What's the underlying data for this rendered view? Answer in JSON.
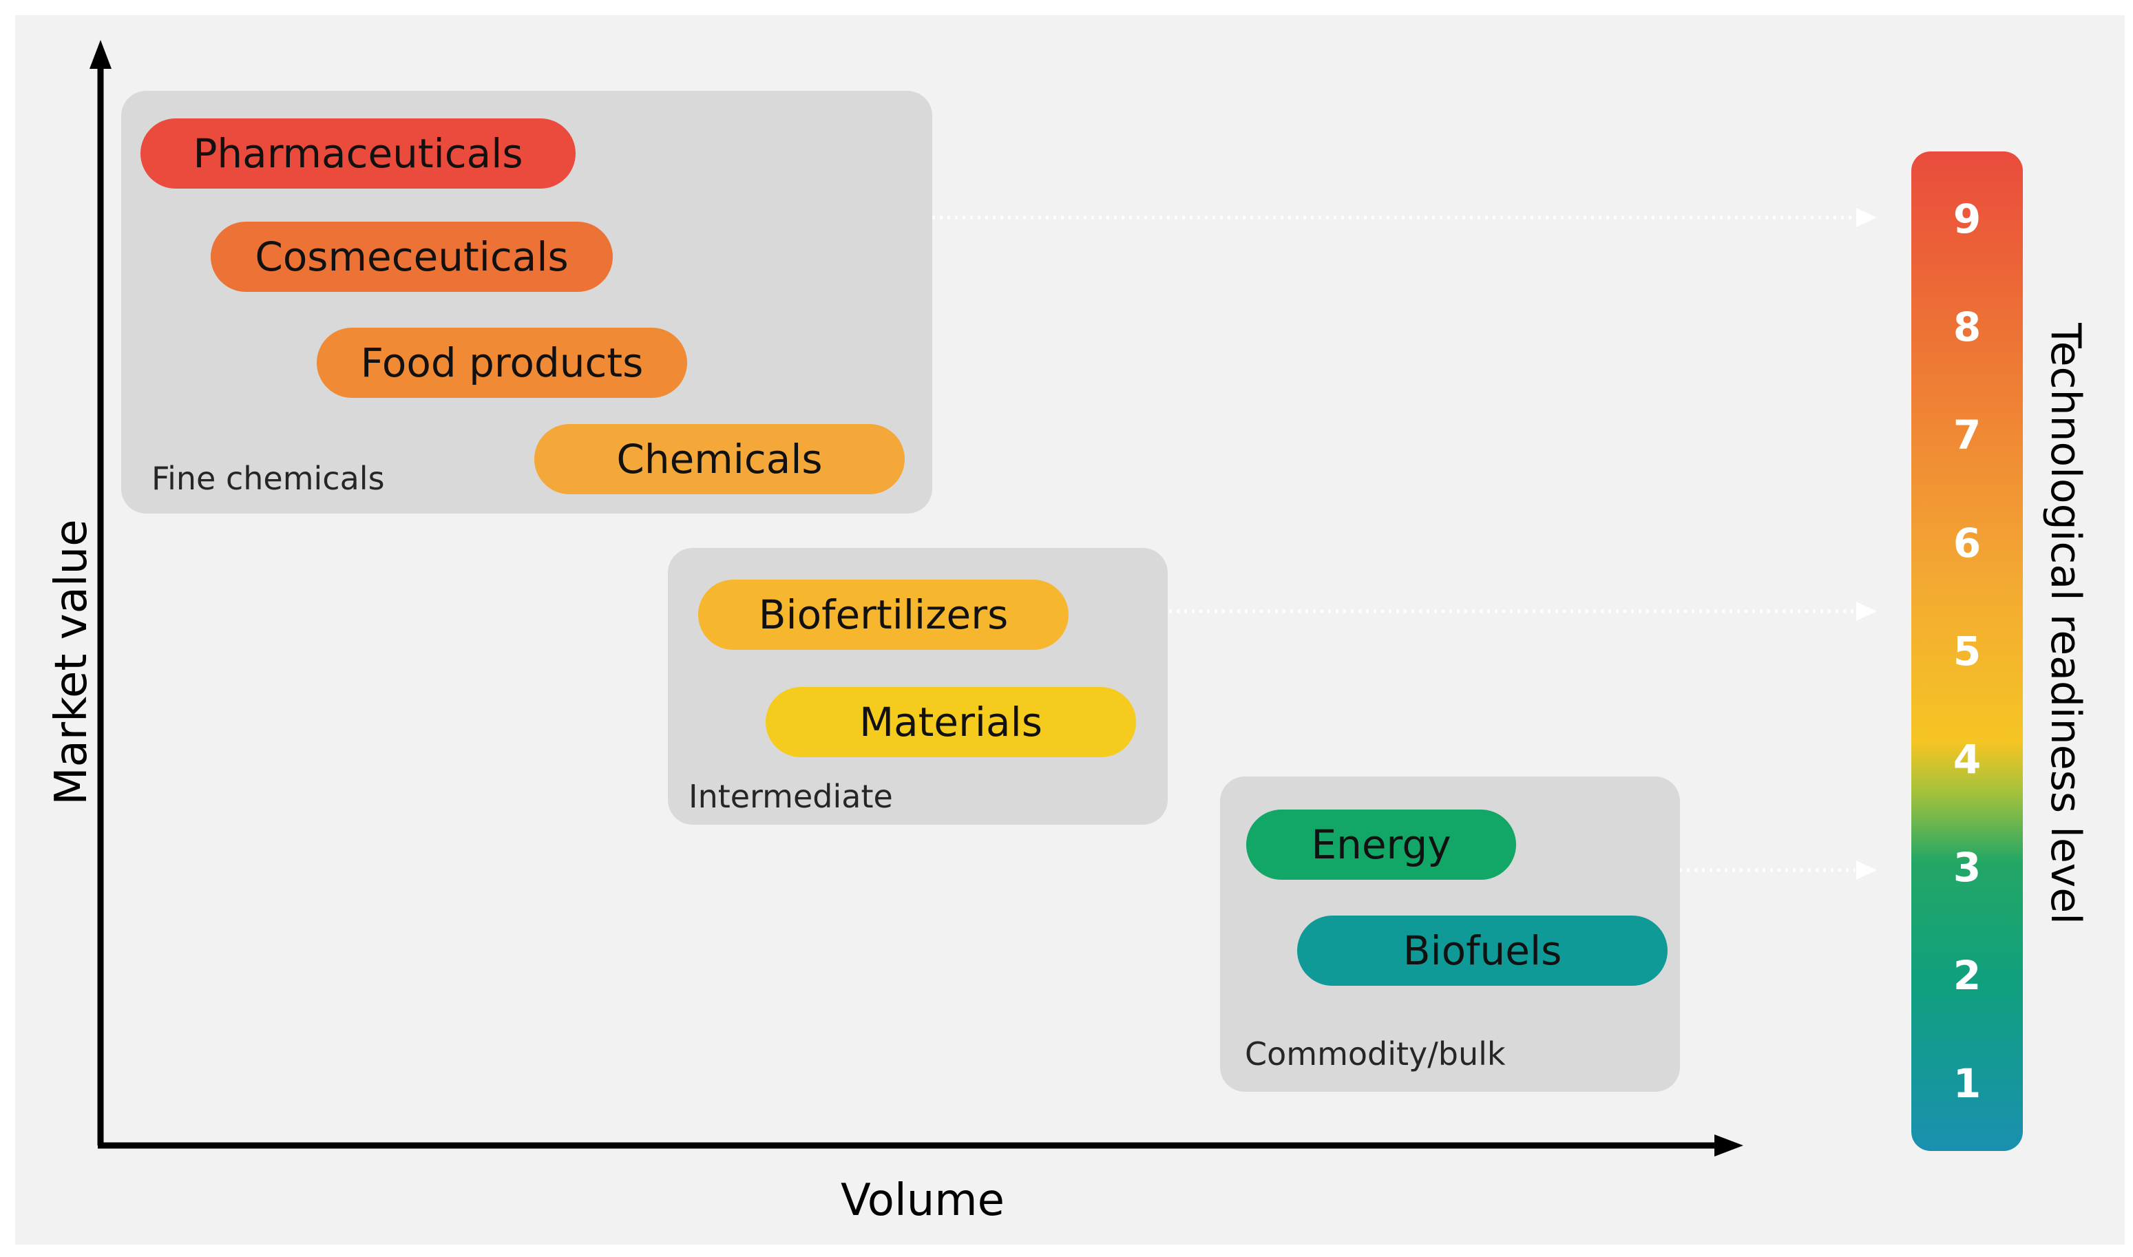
{
  "axes": {
    "y_label": "Market value",
    "x_label": "Volume"
  },
  "groups": [
    {
      "label": "Fine chemicals",
      "products": [
        {
          "label": "Pharmaceuticals",
          "color": "#ea4b3c"
        },
        {
          "label": "Cosmeceuticals",
          "color": "#ed7235"
        },
        {
          "label": "Food products",
          "color": "#f08a34"
        },
        {
          "label": "Chemicals",
          "color": "#f4a83a"
        }
      ]
    },
    {
      "label": "Intermediate",
      "products": [
        {
          "label": "Biofertilizers",
          "color": "#f6b72e"
        },
        {
          "label": "Materials",
          "color": "#f5cb1e"
        }
      ]
    },
    {
      "label": "Commodity/bulk",
      "products": [
        {
          "label": "Energy",
          "color": "#12a667"
        },
        {
          "label": "Biofuels",
          "color": "#109a97"
        }
      ]
    }
  ],
  "trl": {
    "title": "Technological readiness level",
    "levels": [
      "9",
      "8",
      "7",
      "6",
      "5",
      "4",
      "3",
      "2",
      "1"
    ]
  }
}
